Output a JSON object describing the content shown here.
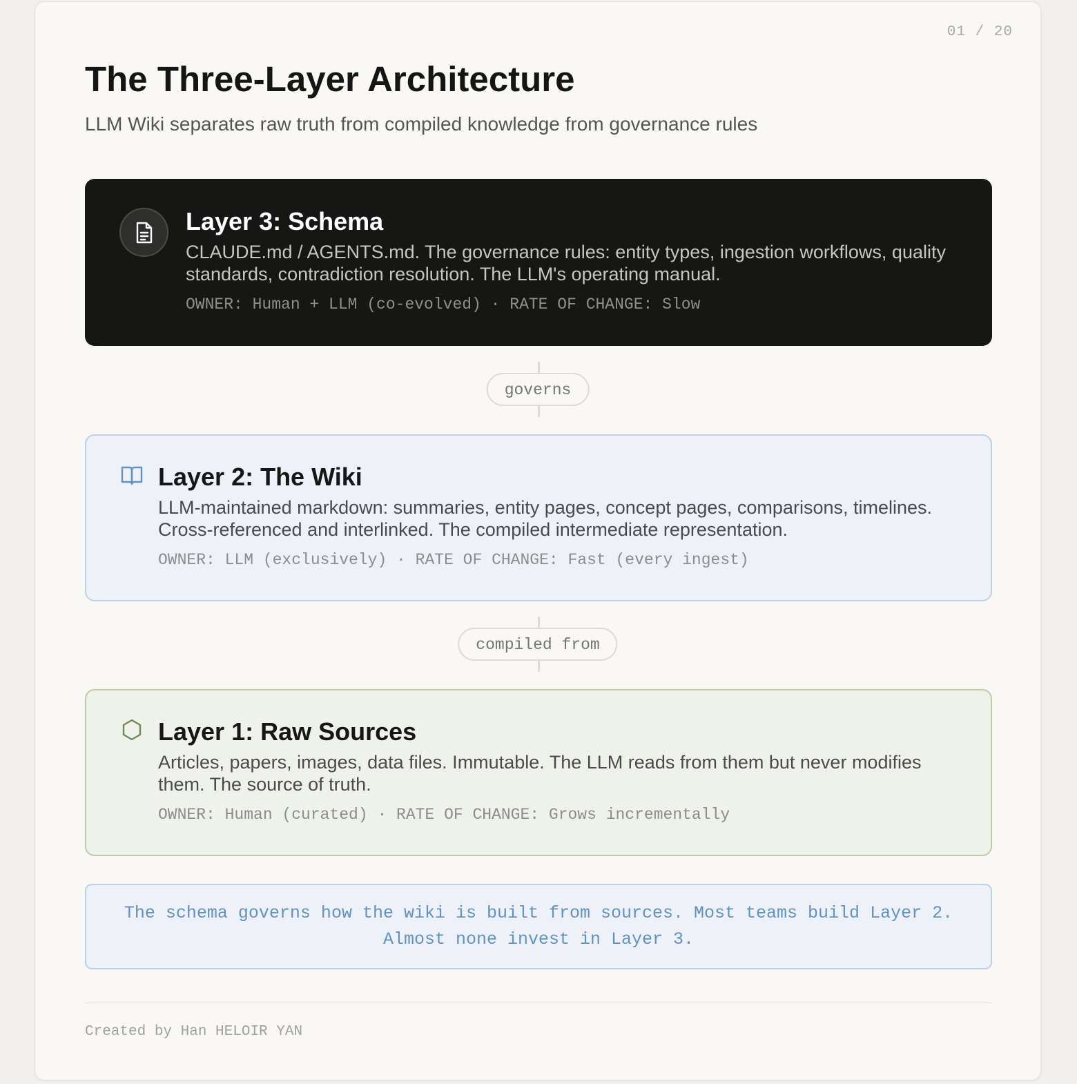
{
  "page_number": "01 / 20",
  "title": "The Three-Layer Architecture",
  "subtitle": "LLM Wiki separates raw truth from compiled knowledge from governance rules",
  "layers": [
    {
      "icon": "document-icon",
      "title": "Layer 3: Schema",
      "description": "CLAUDE.md / AGENTS.md. The governance rules: entity types, ingestion workflows, quality standards, contradiction resolution. The LLM's operating manual.",
      "meta": "OWNER: Human + LLM (co-evolved) · RATE OF CHANGE: Slow"
    },
    {
      "icon": "open-book-icon",
      "title": "Layer 2: The Wiki",
      "description": "LLM-maintained markdown: summaries, entity pages, concept pages, comparisons, timelines. Cross-referenced and interlinked. The compiled intermediate representation.",
      "meta": "OWNER: LLM (exclusively) · RATE OF CHANGE: Fast (every ingest)"
    },
    {
      "icon": "hexagon-icon",
      "title": "Layer 1: Raw Sources",
      "description": "Articles, papers, images, data files. Immutable. The LLM reads from them but never modifies them. The source of truth.",
      "meta": "OWNER: Human (curated) · RATE OF CHANGE: Grows incrementally"
    }
  ],
  "connectors": [
    "governs",
    "compiled from"
  ],
  "callout": "The schema governs how the wiki is built from sources. Most teams build Layer 2. Almost none invest in Layer 3.",
  "footer": "Created by Han HELOIR YAN",
  "colors": {
    "dark_card": "#161615",
    "wiki_card_bg": "#eef2f8",
    "wiki_card_border": "#b9d2e6",
    "wiki_icon": "#5e93c4",
    "sources_card_bg": "#eff2ea",
    "sources_card_border": "#bccca4",
    "sources_icon": "#6f8a55",
    "callout_text": "#5e93c4"
  }
}
